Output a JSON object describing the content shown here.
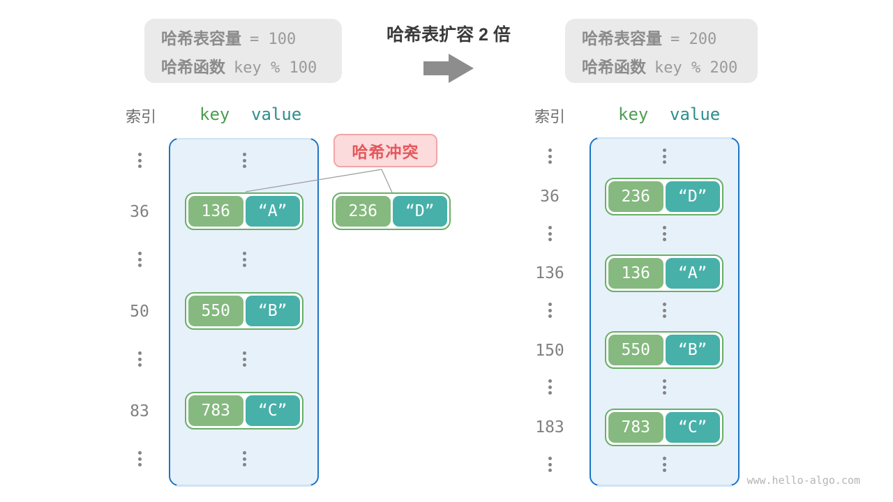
{
  "colors": {
    "frame_border_blue": "#1b74c5",
    "frame_fill_blue": "#e7f1fa",
    "key_green": "#85b97f",
    "value_teal": "#47b0a9",
    "pair_border_green": "#68ae66",
    "collision_red": "#e5585c",
    "collision_bg": "#fbdbdc",
    "info_bg": "#eaeaea",
    "gray_text": "#8b8b8b",
    "arrow_gray": "#8d8d8d"
  },
  "center": {
    "title": "哈希表扩容 2 倍",
    "arrow_icon": "right-block-arrow"
  },
  "left_panel": {
    "info": {
      "line1_label": "哈希表容量",
      "line1_value": "= 100",
      "line2_label": "哈希函数",
      "line2_value": "key % 100"
    },
    "headers": {
      "index": "索引",
      "key": "key",
      "value": "value"
    },
    "rows": [
      {
        "type": "dots"
      },
      {
        "type": "entry",
        "index": "36",
        "key": "136",
        "value": "“A”"
      },
      {
        "type": "dots"
      },
      {
        "type": "entry",
        "index": "50",
        "key": "550",
        "value": "“B”"
      },
      {
        "type": "dots"
      },
      {
        "type": "entry",
        "index": "83",
        "key": "783",
        "value": "“C”"
      },
      {
        "type": "dots"
      }
    ]
  },
  "collision": {
    "label": "哈希冲突",
    "pair": {
      "key": "236",
      "value": "“D”"
    }
  },
  "right_panel": {
    "info": {
      "line1_label": "哈希表容量",
      "line1_value": "= 200",
      "line2_label": "哈希函数",
      "line2_value": "key % 200"
    },
    "headers": {
      "index": "索引",
      "key": "key",
      "value": "value"
    },
    "rows": [
      {
        "type": "dots"
      },
      {
        "type": "entry",
        "index": "36",
        "key": "236",
        "value": "“D”"
      },
      {
        "type": "dots"
      },
      {
        "type": "entry",
        "index": "136",
        "key": "136",
        "value": "“A”"
      },
      {
        "type": "dots"
      },
      {
        "type": "entry",
        "index": "150",
        "key": "550",
        "value": "“B”"
      },
      {
        "type": "dots"
      },
      {
        "type": "entry",
        "index": "183",
        "key": "783",
        "value": "“C”"
      },
      {
        "type": "dots"
      }
    ]
  },
  "watermark": "www.hello-algo.com"
}
